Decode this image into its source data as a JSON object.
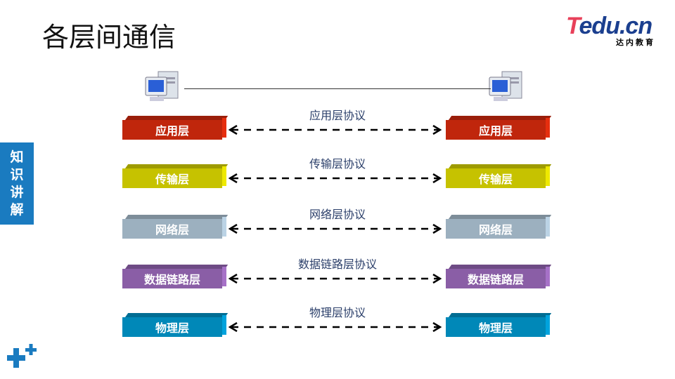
{
  "title": "各层间通信",
  "logo": {
    "brand_prefix": "T",
    "brand_rest": "edu.cn",
    "subtitle": "达内教育"
  },
  "sidebar_tag": "知识讲解",
  "layers": [
    {
      "name": "应用层",
      "protocol": "应用层协议",
      "color": "#c0260c"
    },
    {
      "name": "传输层",
      "protocol": "传输层协议",
      "color": "#c6c200"
    },
    {
      "name": "网络层",
      "protocol": "网络层协议",
      "color": "#9cb0bf"
    },
    {
      "name": "数据链路层",
      "protocol": "数据链路层协议",
      "color": "#8a5ea6"
    },
    {
      "name": "物理层",
      "protocol": "物理层协议",
      "color": "#0088b8"
    }
  ]
}
